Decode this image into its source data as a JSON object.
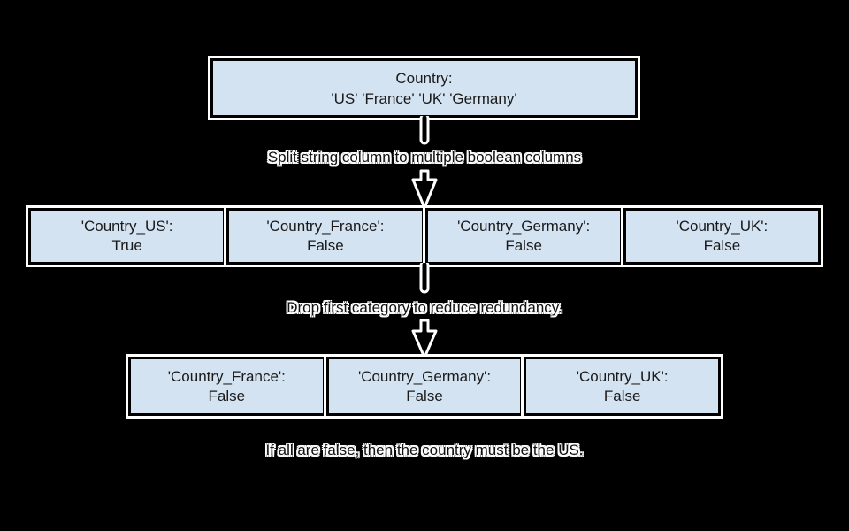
{
  "diagram": {
    "colors": {
      "background": "#000000",
      "node_fill": "#d4e3f2",
      "node_border": "#000000",
      "outline": "#ffffff",
      "text": "#1a1a1a"
    },
    "source_box": {
      "line1": "Country:",
      "line2": "'US' 'France' 'UK' 'Germany'"
    },
    "step1_label": "Split string column to multiple boolean columns",
    "row1": [
      {
        "name": "'Country_US':",
        "value": "True"
      },
      {
        "name": "'Country_France':",
        "value": "False"
      },
      {
        "name": "'Country_Germany':",
        "value": "False"
      },
      {
        "name": "'Country_UK':",
        "value": "False"
      }
    ],
    "step2_label": "Drop first category to reduce redundancy.",
    "row2": [
      {
        "name": "'Country_France':",
        "value": "False"
      },
      {
        "name": "'Country_Germany':",
        "value": "False"
      },
      {
        "name": "'Country_UK':",
        "value": "False"
      }
    ],
    "footer_label": "If all are false, then the country must be the US."
  }
}
